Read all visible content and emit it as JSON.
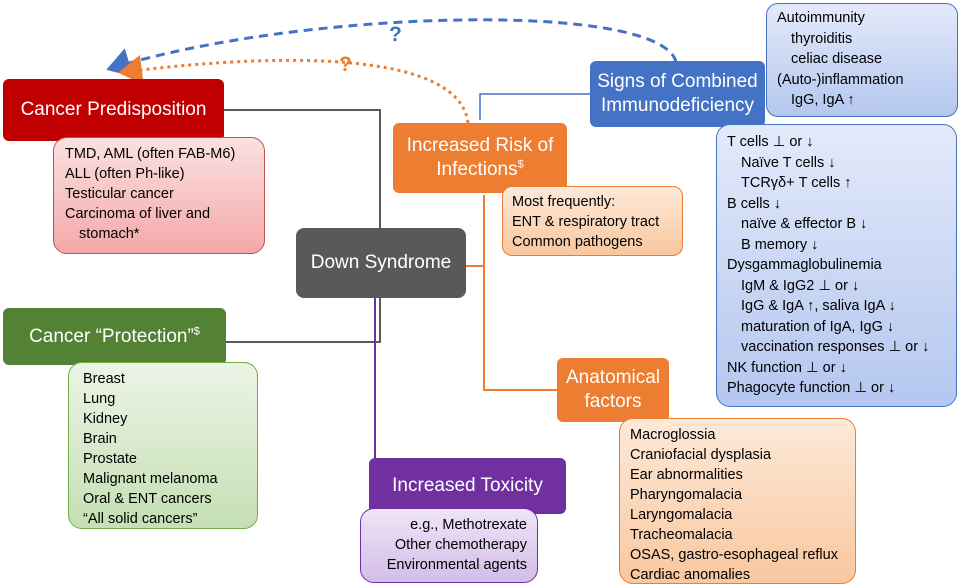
{
  "center": {
    "title": "Down Syndrome"
  },
  "cancer_predisposition": {
    "title": "Cancer Predisposition",
    "items": [
      "TMD, AML (often FAB-M6)",
      "ALL (often Ph-like)",
      "Testicular cancer",
      "Carcinoma of liver and",
      "stomach*"
    ]
  },
  "cancer_protection": {
    "title": "Cancer “Protection”",
    "title_sup": "$",
    "items": [
      "Breast",
      "Lung",
      "Kidney",
      "Brain",
      "Prostate",
      "Malignant melanoma",
      "Oral & ENT cancers",
      "“All solid cancers”"
    ]
  },
  "infections": {
    "title_line1": "Increased Risk of",
    "title_line2": "Infections",
    "title_sup": "$",
    "items": [
      "Most frequently:",
      "ENT & respiratory tract",
      "Common pathogens"
    ]
  },
  "toxicity": {
    "title": "Increased Toxicity",
    "items": [
      "e.g., Methotrexate",
      "Other chemotherapy",
      "Environmental agents"
    ]
  },
  "anatomical": {
    "title_line1": "Anatomical",
    "title_line2": "factors",
    "items": [
      "Macroglossia",
      "Craniofacial dysplasia",
      "Ear abnormalities",
      "Pharyngomalacia",
      "Laryngomalacia",
      "Tracheomalacia",
      "OSAS, gastro-esophageal reflux",
      "Cardiac anomalies"
    ]
  },
  "immunodeficiency": {
    "title_line1": "Signs of Combined",
    "title_line2": "Immunodeficiency",
    "autoimmunity": [
      "Autoimmunity",
      "thyroiditis",
      "celiac disease",
      "(Auto-)inflammation",
      "IgG, IgA ↑"
    ],
    "details": [
      "T cells ⊥ or ↓",
      "Naïve T cells ↓",
      "TCRγδ+ T cells ↑",
      "B cells ↓",
      "naïve & effector B ↓",
      "B memory ↓",
      "Dysgammaglobulinemia",
      "IgM & IgG2 ⊥ or ↓",
      "IgG & IgA ↑, saliva IgA ↓",
      "maturation of IgA, IgG ↓",
      "vaccination responses ⊥ or ↓",
      "NK function ⊥ or ↓",
      "Phagocyte function  ⊥ or ↓"
    ]
  },
  "question_marks": {
    "blue": "?",
    "orange": "?"
  },
  "colors": {
    "red": "#c00000",
    "green": "#548235",
    "orange": "#ed7d31",
    "purple": "#7030a0",
    "blue": "#4472c4",
    "gray": "#595959"
  }
}
